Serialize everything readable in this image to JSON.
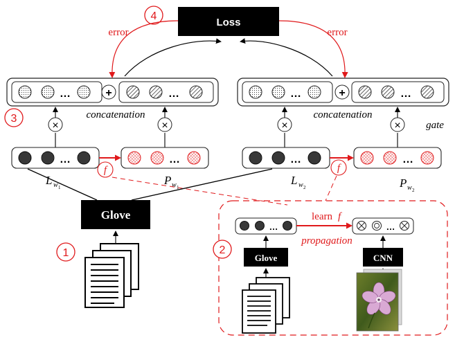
{
  "loss_label": "Loss",
  "error_label_left": "error",
  "error_label_right": "error",
  "concat_label_left": "concatenation",
  "concat_label_right": "concatenation",
  "gate_label": "gate",
  "f_label_left": "f",
  "f_label_right": "f",
  "L_w1": {
    "base": "L",
    "sub": "w",
    "subsub": "1"
  },
  "P_w1": {
    "base": "P",
    "sub": "w",
    "subsub": "1"
  },
  "L_w2": {
    "base": "L",
    "sub": "w",
    "subsub": "2"
  },
  "P_w2": {
    "base": "P",
    "sub": "w",
    "subsub": "2"
  },
  "glove_label": "Glove",
  "inset_glove_label": "Glove",
  "cnn_label": "CNN",
  "learn_f_text": "learn",
  "learn_f_symbol": "f",
  "propagation_label": "propagation",
  "step_numbers": [
    "4",
    "3",
    "1",
    "2"
  ],
  "dots": "…",
  "plus": "+",
  "times": "×",
  "colors": {
    "red": "#e0191b",
    "black": "#000000",
    "box_border": "#222222"
  },
  "icons": [
    "document-stack-icon",
    "flower-photo-icon"
  ]
}
